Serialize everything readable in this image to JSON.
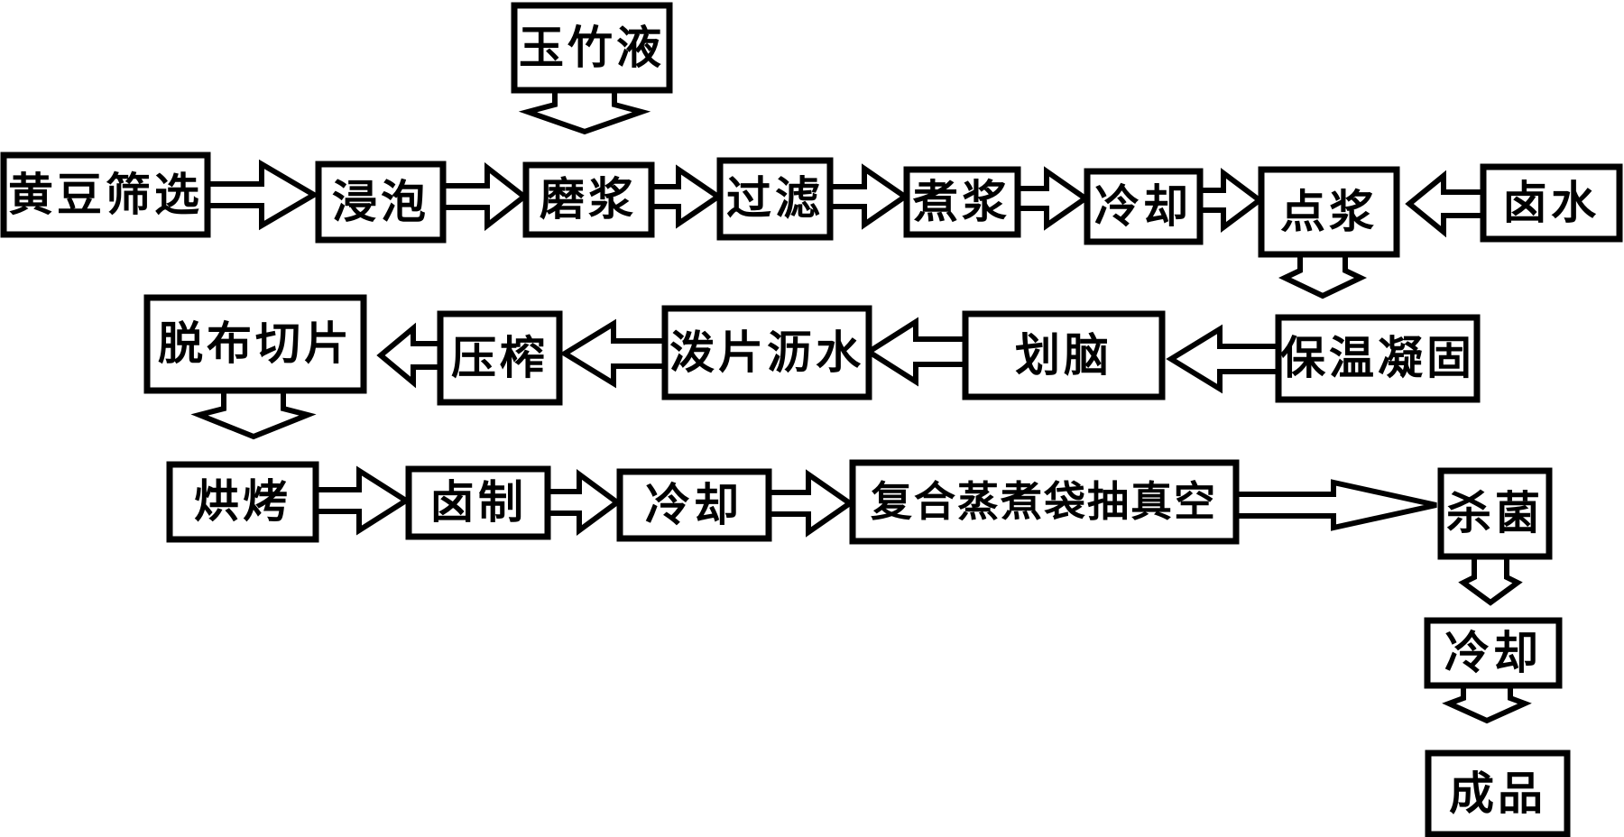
{
  "diagram": {
    "type": "process-flowchart",
    "style": "hand-drawn black outline boxes with hollow block arrows on white background",
    "colors": {
      "line": "#000000",
      "background": "#ffffff"
    }
  },
  "nodes": {
    "yuzhuye": "玉竹液",
    "huangdou_shaixuan": "黄豆筛选",
    "jinpao": "浸泡",
    "mojiang": "磨浆",
    "guolv": "过滤",
    "zhujiang": "煮浆",
    "lengque_1": "冷却",
    "dianjiang": "点浆",
    "lushui": "卤水",
    "baowen_ninggu": "保温凝固",
    "huanao": "划脑",
    "popian_lishui": "泼片沥水",
    "yazha": "压榨",
    "tuobu_qiepian": "脱布切片",
    "hongkao": "烘烤",
    "luzhi": "卤制",
    "lengque_2": "冷却",
    "fuhe_zhengzhudai_chouzhenkong": "复合蒸煮袋抽真空",
    "shajun": "杀菌",
    "lengque_3": "冷却",
    "chengpin": "成品"
  },
  "flow": {
    "main_sequence": [
      "黄豆筛选",
      "浸泡",
      "磨浆",
      "过滤",
      "煮浆",
      "冷却",
      "点浆",
      "保温凝固",
      "划脑",
      "泼片沥水",
      "压榨",
      "脱布切片",
      "烘烤",
      "卤制",
      "冷却",
      "复合蒸煮袋抽真空",
      "杀菌",
      "冷却",
      "成品"
    ],
    "inputs": [
      {
        "source": "玉竹液",
        "target": "磨浆",
        "direction": "down"
      },
      {
        "source": "卤水",
        "target": "点浆",
        "direction": "left"
      }
    ],
    "arrows": [
      {
        "from": "玉竹液",
        "to": "磨浆",
        "direction": "down"
      },
      {
        "from": "黄豆筛选",
        "to": "浸泡",
        "direction": "right"
      },
      {
        "from": "浸泡",
        "to": "磨浆",
        "direction": "right"
      },
      {
        "from": "磨浆",
        "to": "过滤",
        "direction": "right"
      },
      {
        "from": "过滤",
        "to": "煮浆",
        "direction": "right"
      },
      {
        "from": "煮浆",
        "to": "冷却",
        "direction": "right"
      },
      {
        "from": "冷却",
        "to": "点浆",
        "direction": "right"
      },
      {
        "from": "卤水",
        "to": "点浆",
        "direction": "left"
      },
      {
        "from": "点浆",
        "to": "保温凝固",
        "direction": "down"
      },
      {
        "from": "保温凝固",
        "to": "划脑",
        "direction": "left"
      },
      {
        "from": "划脑",
        "to": "泼片沥水",
        "direction": "left"
      },
      {
        "from": "泼片沥水",
        "to": "压榨",
        "direction": "left"
      },
      {
        "from": "压榨",
        "to": "脱布切片",
        "direction": "left"
      },
      {
        "from": "脱布切片",
        "to": "烘烤",
        "direction": "down"
      },
      {
        "from": "烘烤",
        "to": "卤制",
        "direction": "right"
      },
      {
        "from": "卤制",
        "to": "冷却",
        "direction": "right"
      },
      {
        "from": "冷却",
        "to": "复合蒸煮袋抽真空",
        "direction": "right"
      },
      {
        "from": "复合蒸煮袋抽真空",
        "to": "杀菌",
        "direction": "right"
      },
      {
        "from": "杀菌",
        "to": "冷却",
        "direction": "down"
      },
      {
        "from": "冷却",
        "to": "成品",
        "direction": "down"
      }
    ]
  }
}
